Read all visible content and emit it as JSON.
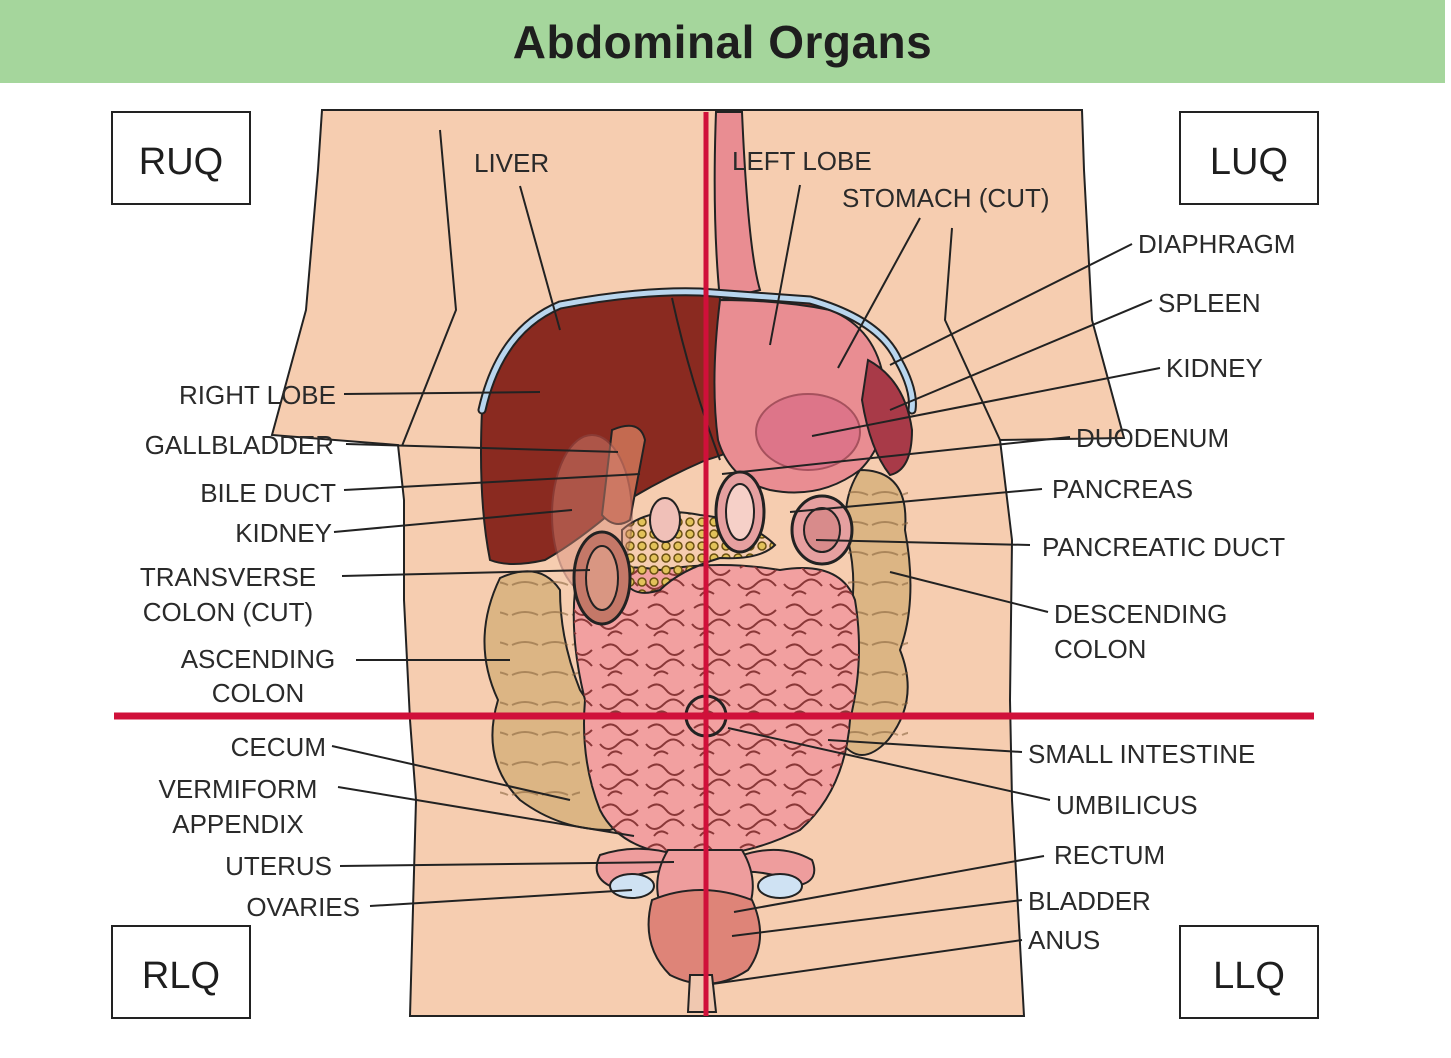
{
  "title": "Abdominal Organs",
  "quadrants": {
    "ruq": "RUQ",
    "luq": "LUQ",
    "rlq": "RLQ",
    "llq": "LLQ"
  },
  "labels": {
    "liver": "LIVER",
    "left_lobe": "LEFT LOBE",
    "stomach_cut": "STOMACH (CUT)",
    "diaphragm": "DIAPHRAGM",
    "spleen": "SPLEEN",
    "kidney_left": "KIDNEY",
    "duodenum": "DUODENUM",
    "pancreas": "PANCREAS",
    "pancreatic_duct": "PANCREATIC DUCT",
    "descending_colon_1": "DESCENDING",
    "descending_colon_2": "COLON",
    "small_intestine": "SMALL INTESTINE",
    "umbilicus": "UMBILICUS",
    "rectum": "RECTUM",
    "bladder": "BLADDER",
    "anus": "ANUS",
    "right_lobe": "RIGHT LOBE",
    "gallbladder": "GALLBLADDER",
    "bile_duct": "BILE DUCT",
    "kidney_right": "KIDNEY",
    "transverse_colon_1": "TRANSVERSE",
    "transverse_colon_2": "COLON (CUT)",
    "ascending_colon_1": "ASCENDING",
    "ascending_colon_2": "COLON",
    "cecum": "CECUM",
    "vermiform_appendix_1": "VERMIFORM",
    "vermiform_appendix_2": "APPENDIX",
    "uterus": "UTERUS",
    "ovaries": "OVARIES"
  },
  "colors": {
    "title_band": "#a5d69c",
    "skin": "#f6cdb0",
    "liver": "#8a2a20",
    "stomach": "#e98d92",
    "intestine": "#f2a0a0",
    "colon": "#dcb584",
    "pancreas": "#d8b446",
    "diaphragm": "#b9d6ee",
    "quadrant_lines": "#d0103a"
  }
}
